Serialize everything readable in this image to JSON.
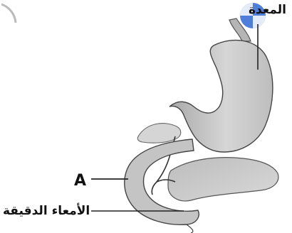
{
  "labels": {
    "stomach": "المعدة",
    "marker_a": "A",
    "small_intestine": "الأمعاء الدقيقة"
  },
  "colors": {
    "organ_fill": "#c9c9c9",
    "organ_dark": "#9a9a9a",
    "outline": "#444444",
    "badge": "#3b6fd6"
  }
}
